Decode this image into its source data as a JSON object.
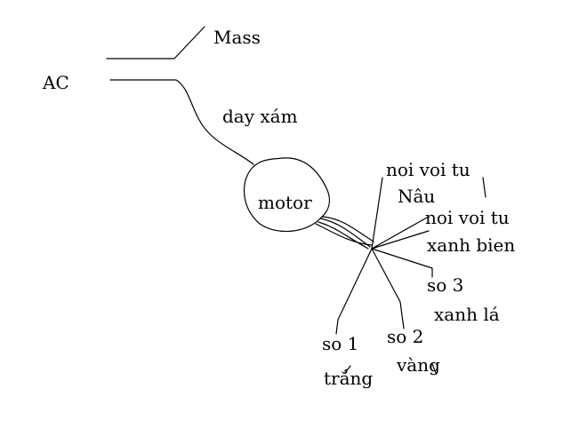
{
  "labels": {
    "ac": "AC",
    "mass": "Mass",
    "day_xam": "day xám",
    "motor": "motor",
    "noi_voi_tu_1": "noi voi tu",
    "nau": "Nâu",
    "noi_voi_tu_2": "noi voi tu",
    "xanh_bien": "xanh bien",
    "so_3": "so 3",
    "xanh_la": "xanh lá",
    "so_1": "so 1",
    "trang": "trắng",
    "so_2": "so 2",
    "vang": "vàng"
  },
  "colors": {
    "ink": "#000000",
    "background": "#ffffff"
  }
}
